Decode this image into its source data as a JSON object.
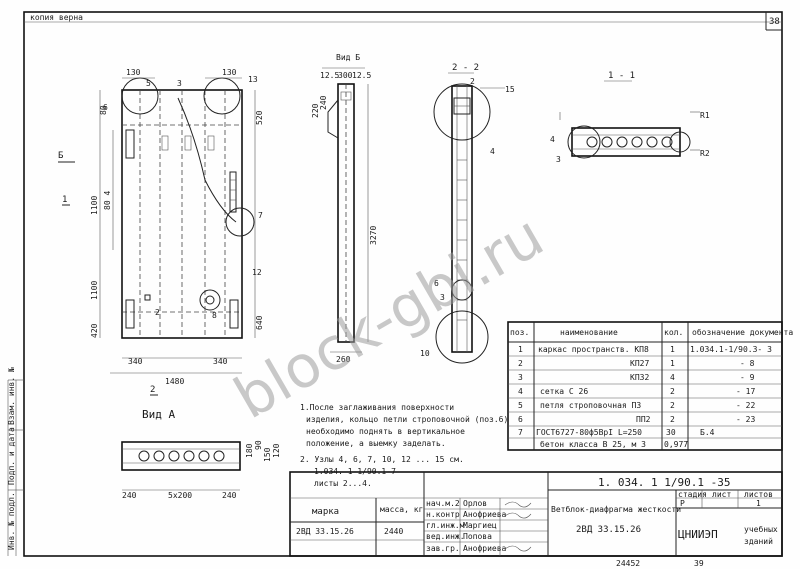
{
  "header": {
    "copy_label": "копия верна",
    "sheet_number": "38"
  },
  "watermark": "block-gbi.ru",
  "views": {
    "view_a": "Вид А",
    "view_b": "Вид Б",
    "section_22": "2 - 2",
    "section_11": "1 - 1",
    "mark_b": "Б",
    "mark_1": "1",
    "mark_2": "2"
  },
  "dims": {
    "d130a": "130",
    "d130b": "130",
    "d520": "520",
    "d1100a": "1100",
    "d1100b": "1100",
    "d420": "420",
    "d640": "640",
    "d340a": "340",
    "d340b": "340",
    "d1480": "1480",
    "d125a": "12.5",
    "d300": "300",
    "d125b": "12.5",
    "d220": "220",
    "d240b": "240",
    "d3270": "3270",
    "d260": "260",
    "d240a": "240",
    "d5x200": "5x200",
    "d240c": "240",
    "d180": "180",
    "d90": "90",
    "d150": "150",
    "d120": "120",
    "d804": "80 4",
    "d80": "80"
  },
  "callouts": [
    "5",
    "3",
    "13",
    "6",
    "2",
    "7",
    "12",
    "8",
    "4",
    "15",
    "6",
    "10",
    "3",
    "4",
    "3"
  ],
  "rlabels": {
    "r1": "R1",
    "r2": "R2"
  },
  "notes": [
    "1.После заглаживания поверхности",
    "изделия, кольцо петли строповочной (поз.6)",
    "необходимо поднять в вертикальное",
    "положение, а выемку заделать.",
    "2. Узлы 4, 6, 7, 10, 12 ... 15 см.",
    "1.034. 1-1/90.1-7",
    "листы 2...4."
  ],
  "spec": {
    "headers": [
      "поз.",
      "наименование",
      "кол.",
      "обозначение документа"
    ],
    "rows": [
      {
        "pos": "1",
        "name": "каркас пространств. КП8",
        "qty": "1",
        "doc": "1.034.1-1/90.3-  3"
      },
      {
        "pos": "2",
        "name": "КП27",
        "qty": "1",
        "doc": "- 8"
      },
      {
        "pos": "3",
        "name": "КП32",
        "qty": "4",
        "doc": "- 9"
      },
      {
        "pos": "4",
        "name": "сетка        С 26",
        "qty": "2",
        "doc": "- 17"
      },
      {
        "pos": "5",
        "name": "петля строповочная П3",
        "qty": "2",
        "doc": "- 22"
      },
      {
        "pos": "6",
        "name": "ПП2",
        "qty": "2",
        "doc": "- 23"
      },
      {
        "pos": "7",
        "name": "ГОСТ6727-80ф5ВрI L=250",
        "qty": "30",
        "doc": "Б.4"
      },
      {
        "pos": "",
        "name": "бетон класса В 25, м 3",
        "qty": "0,977",
        "doc": ""
      }
    ]
  },
  "marka": {
    "h_mark": "марка",
    "h_mass": "масса, кг",
    "mark": "2ВД 33.15.26",
    "mass": "2440"
  },
  "signatures": [
    {
      "role": "нач.м.2",
      "name": "Орлов"
    },
    {
      "role": "н.контр",
      "name": "Анофриева"
    },
    {
      "role": "гл.инж.м.",
      "name": "Маргиец"
    },
    {
      "role": "вед.инж.",
      "name": "Попова"
    },
    {
      "role": "зав.гр.",
      "name": "Анофриева"
    }
  ],
  "title_block": {
    "code": "1. 034. 1   1/90.1 -35",
    "name": "Ветблок-диафрагма жесткости",
    "mark": "2ВД 33.15.26",
    "h_stage": "стадия",
    "h_sheet": "лист",
    "h_sheets": "листов",
    "stage": "Р",
    "sheets": "1",
    "org": "ЦНИИЭП",
    "org_sub1": "учебных",
    "org_sub2": "зданий"
  },
  "bottom": {
    "n1": "24452",
    "n2": "39"
  },
  "side_labels": [
    "Взам. инв. №",
    "Подп. и дата",
    "Инв. № подл."
  ]
}
